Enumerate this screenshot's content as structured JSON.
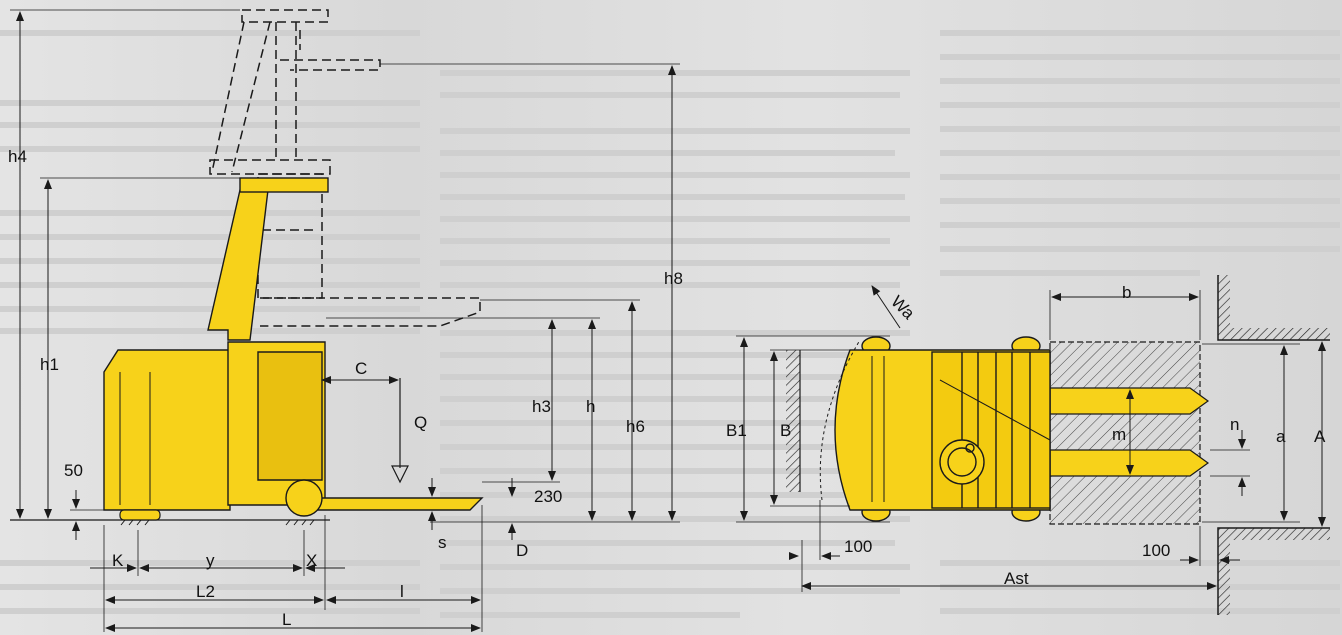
{
  "labels": {
    "h4": "h4",
    "h1": "h1",
    "n50": "50",
    "K": "K",
    "y": "y",
    "X": "X",
    "L2": "L2",
    "l": "l",
    "L": "L",
    "C": "C",
    "Q": "Q",
    "h3": "h3",
    "h": "h",
    "h6": "h6",
    "h8": "h8",
    "n230": "230",
    "s": "s",
    "D": "D",
    "Wa": "Wa",
    "B1": "B1",
    "B": "B",
    "n100_left": "100",
    "Ast": "Ast",
    "b": "b",
    "m": "m",
    "n": "n",
    "a": "a",
    "A": "A",
    "n100_right": "100"
  },
  "colors": {
    "truck_yellow": "#f7d21a",
    "line": "#1a1a1a",
    "background": "#dedede",
    "ghost_text": "#c8c8c8"
  }
}
